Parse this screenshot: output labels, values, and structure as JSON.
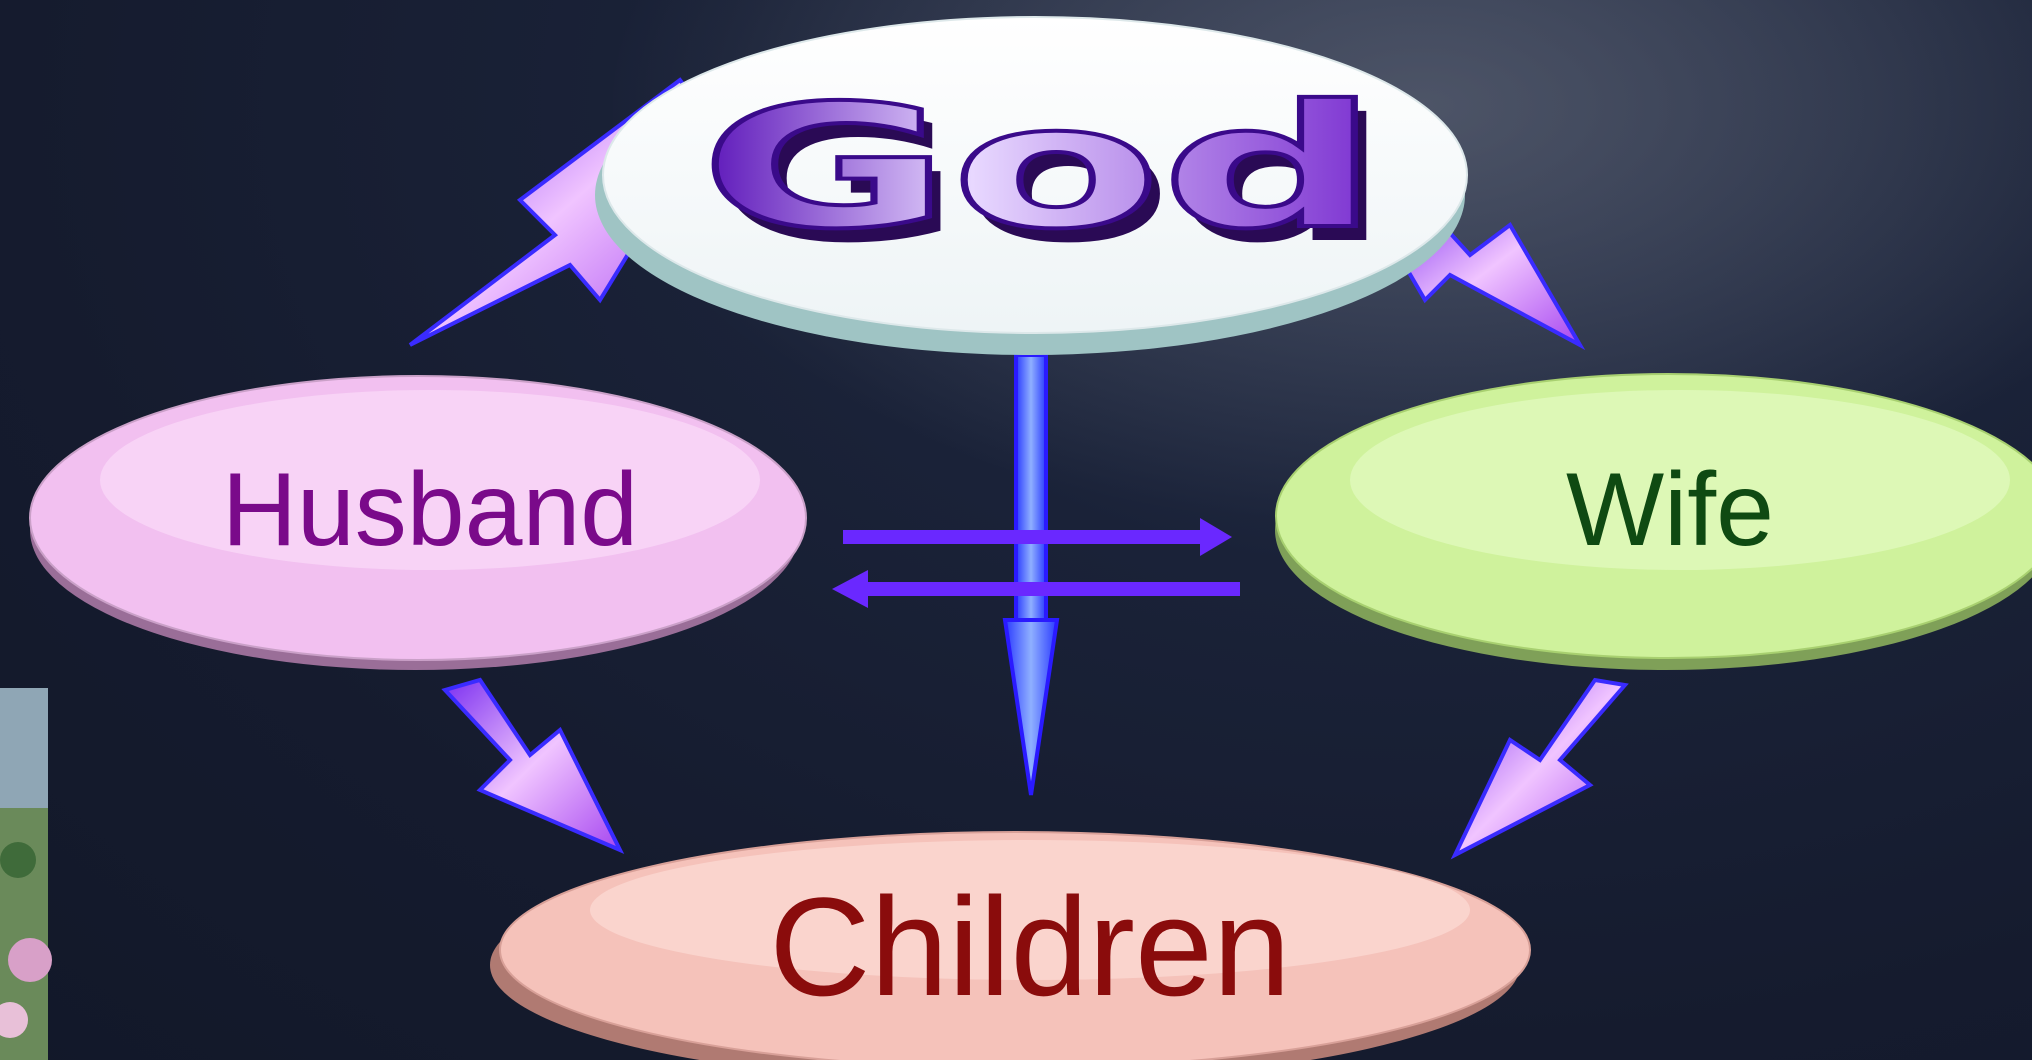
{
  "nodes": {
    "god": {
      "label": "God"
    },
    "husband": {
      "label": "Husband"
    },
    "wife": {
      "label": "Wife"
    },
    "children": {
      "label": "Children"
    }
  },
  "colors": {
    "background": "#151b2e",
    "god_text": "#7a2fd0",
    "husband_fill": "#f6c8f4",
    "husband_text": "#7a0a8a",
    "wife_fill": "#d6f5a8",
    "wife_text": "#0f4a12",
    "children_fill": "#f8c7c0",
    "children_text": "#8a0c0c",
    "arrow_purple": "#a646f0",
    "arrow_blue": "#4a5cff",
    "arrow_center": "#5a8cff"
  }
}
